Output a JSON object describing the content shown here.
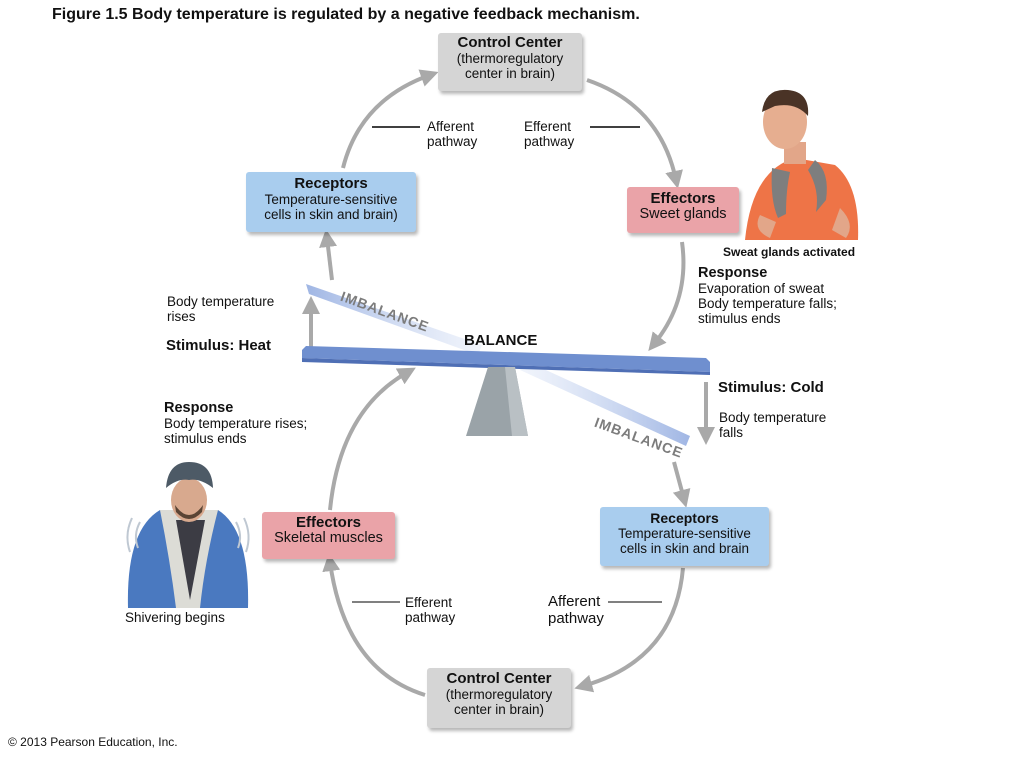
{
  "title": "Figure 1.5  Body temperature is regulated by a negative feedback mechanism.",
  "top_loop": {
    "control_center": {
      "heading": "Control Center",
      "line1": "(thermoregulatory",
      "line2": "center in brain)"
    },
    "receptors": {
      "heading": "Receptors",
      "line1": "Temperature-sensitive",
      "line2": "cells in skin and brain)"
    },
    "effectors": {
      "heading": "Effectors",
      "line1": "Sweet glands"
    },
    "afferent": {
      "line1": "Afferent",
      "line2": "pathway"
    },
    "efferent": {
      "line1": "Efferent",
      "line2": "pathway"
    },
    "image_caption": "Sweat glands activated",
    "response": {
      "heading": "Response",
      "line1": "Evaporation of sweat",
      "line2": "Body temperature falls;",
      "line3": "stimulus ends"
    },
    "stimulus": "Stimulus: Heat",
    "change": {
      "line1": "Body temperature",
      "line2": "rises"
    }
  },
  "bottom_loop": {
    "control_center": {
      "heading": "Control Center",
      "line1": "(thermoregulatory",
      "line2": "center in brain)"
    },
    "receptors": {
      "heading": "Receptors",
      "line1": "Temperature-sensitive",
      "line2": "cells in skin and brain"
    },
    "effectors": {
      "heading": "Effectors",
      "line1": "Skeletal muscles"
    },
    "afferent": {
      "line1": "Afferent",
      "line2": "pathway"
    },
    "efferent": {
      "line1": "Efferent",
      "line2": "pathway"
    },
    "image_caption": "Shivering begins",
    "response": {
      "heading": "Response",
      "line1": "Body temperature rises;",
      "line2": "stimulus ends"
    },
    "stimulus": "Stimulus: Cold",
    "change": {
      "line1": "Body temperature",
      "line2": "falls"
    }
  },
  "balance": {
    "label": "BALANCE",
    "imbalance_top": "IMBALANCE",
    "imbalance_bottom": "IMBALANCE"
  },
  "icons": {
    "sweating_person": "sweating-man-with-towel",
    "shivering_person": "shivering-man-in-coat"
  },
  "colors": {
    "control_center": "#d5d5d5",
    "receptors": "#a9cdee",
    "effectors": "#eaa3a8",
    "arrows": "#a9a9a9",
    "beam": "#6f8fcf"
  },
  "copyright": "© 2013 Pearson Education, Inc."
}
